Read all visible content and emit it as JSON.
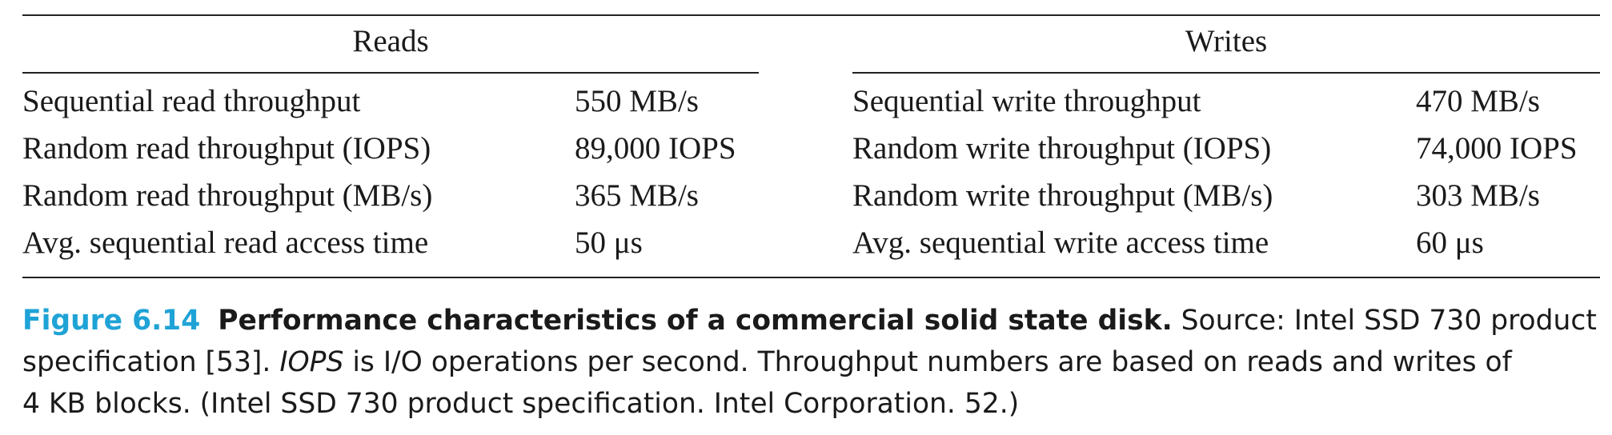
{
  "table": {
    "reads": {
      "header": "Reads",
      "rows": [
        {
          "label": "Sequential read throughput",
          "value": "550 MB/s"
        },
        {
          "label": "Random read throughput (IOPS)",
          "value": "89,000 IOPS"
        },
        {
          "label": "Random read throughput (MB/s)",
          "value": "365 MB/s"
        },
        {
          "label": "Avg. sequential read access time",
          "value": "50 μs"
        }
      ]
    },
    "writes": {
      "header": "Writes",
      "rows": [
        {
          "label": "Sequential write throughput",
          "value": "470 MB/s"
        },
        {
          "label": "Random write throughput (IOPS)",
          "value": "74,000 IOPS"
        },
        {
          "label": "Random write throughput (MB/s)",
          "value": "303 MB/s"
        },
        {
          "label": "Avg. sequential write access time",
          "value": "60 μs"
        }
      ]
    }
  },
  "caption": {
    "figure_number": "Figure 6.14",
    "title": "Performance characteristics of a commercial solid state disk.",
    "line1_rest": " Source: Intel SSD 730 product",
    "line2_start": "specification [53]. ",
    "iops_term": "IOPS",
    "line2_rest": " is I/O operations per second. Throughput numbers are based on reads and writes of",
    "line3": "4 KB blocks. (Intel SSD 730 product specification. Intel Corporation. 52.)"
  }
}
